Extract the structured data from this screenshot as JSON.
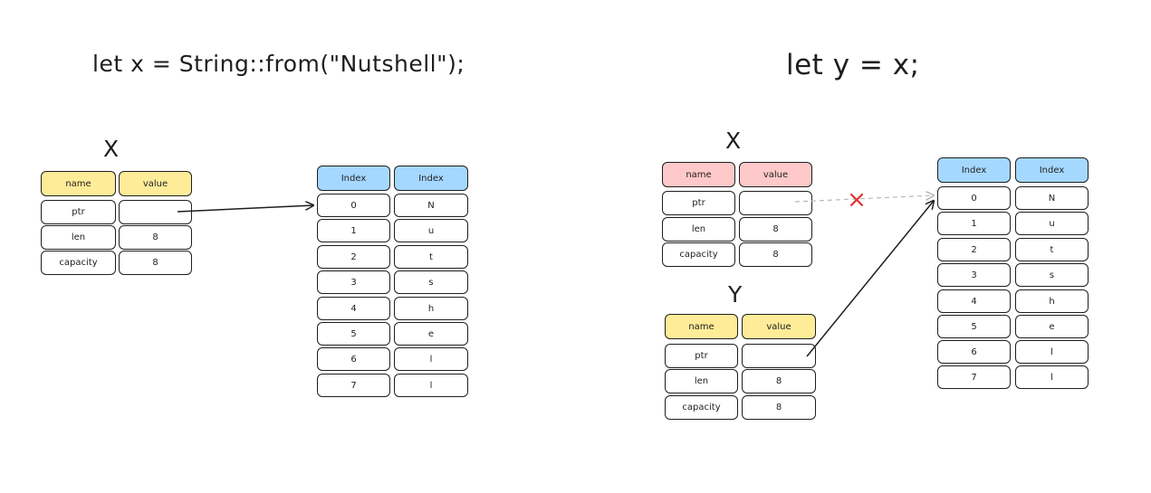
{
  "code1": "let x = String::from(\"Nutshell\");",
  "code2": "let y = x;",
  "labels": {
    "x_left": "X",
    "x_right": "X",
    "y_right": "Y"
  },
  "var_table": {
    "headers": [
      "name",
      "value"
    ],
    "rows": [
      {
        "name": "ptr",
        "value": ""
      },
      {
        "name": "len",
        "value": "8"
      },
      {
        "name": "capacity",
        "value": "8"
      }
    ]
  },
  "heap_table": {
    "headers": [
      "Index",
      "Index"
    ],
    "rows": [
      [
        "0",
        "N"
      ],
      [
        "1",
        "u"
      ],
      [
        "2",
        "t"
      ],
      [
        "3",
        "s"
      ],
      [
        "4",
        "h"
      ],
      [
        "5",
        "e"
      ],
      [
        "6",
        "l"
      ],
      [
        "7",
        "l"
      ]
    ]
  },
  "invalid_marker": "×",
  "colors": {
    "header_yellow": "#ffec99",
    "header_pink": "#ffc9c9",
    "header_blue": "#a5d8ff",
    "invalid_red": "#e03131",
    "dashed_gray": "#b8b8b8"
  }
}
